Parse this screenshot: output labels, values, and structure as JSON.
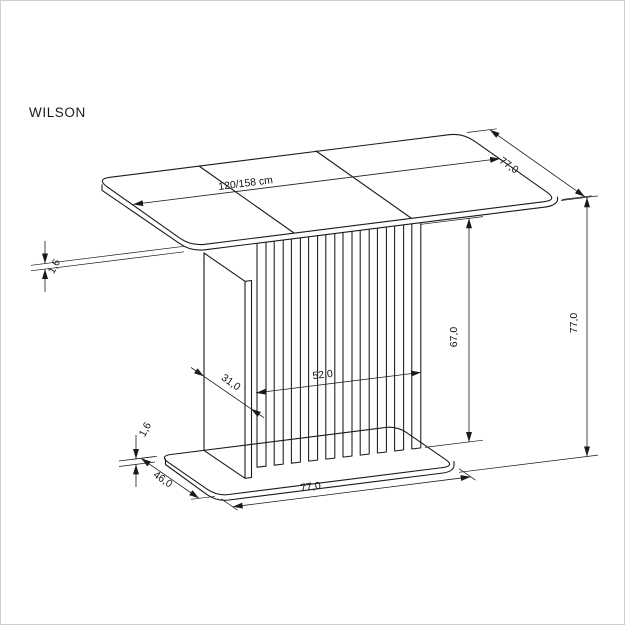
{
  "title": "WILSON",
  "page": {
    "background": "#ffffff",
    "border_color": "#cfcfcf",
    "line_color": "#1a1a1a"
  },
  "drawing": {
    "labels": {
      "top_length": "120/158 cm",
      "top_depth": "77,0",
      "top_thickness": "1,6",
      "pedestal_height": "67,0",
      "total_height": "77,0",
      "panel_width": "31,0",
      "slat_section_width": "52,0",
      "base_thickness": "1,6",
      "base_depth": "46,0",
      "base_length": "77,0"
    }
  }
}
